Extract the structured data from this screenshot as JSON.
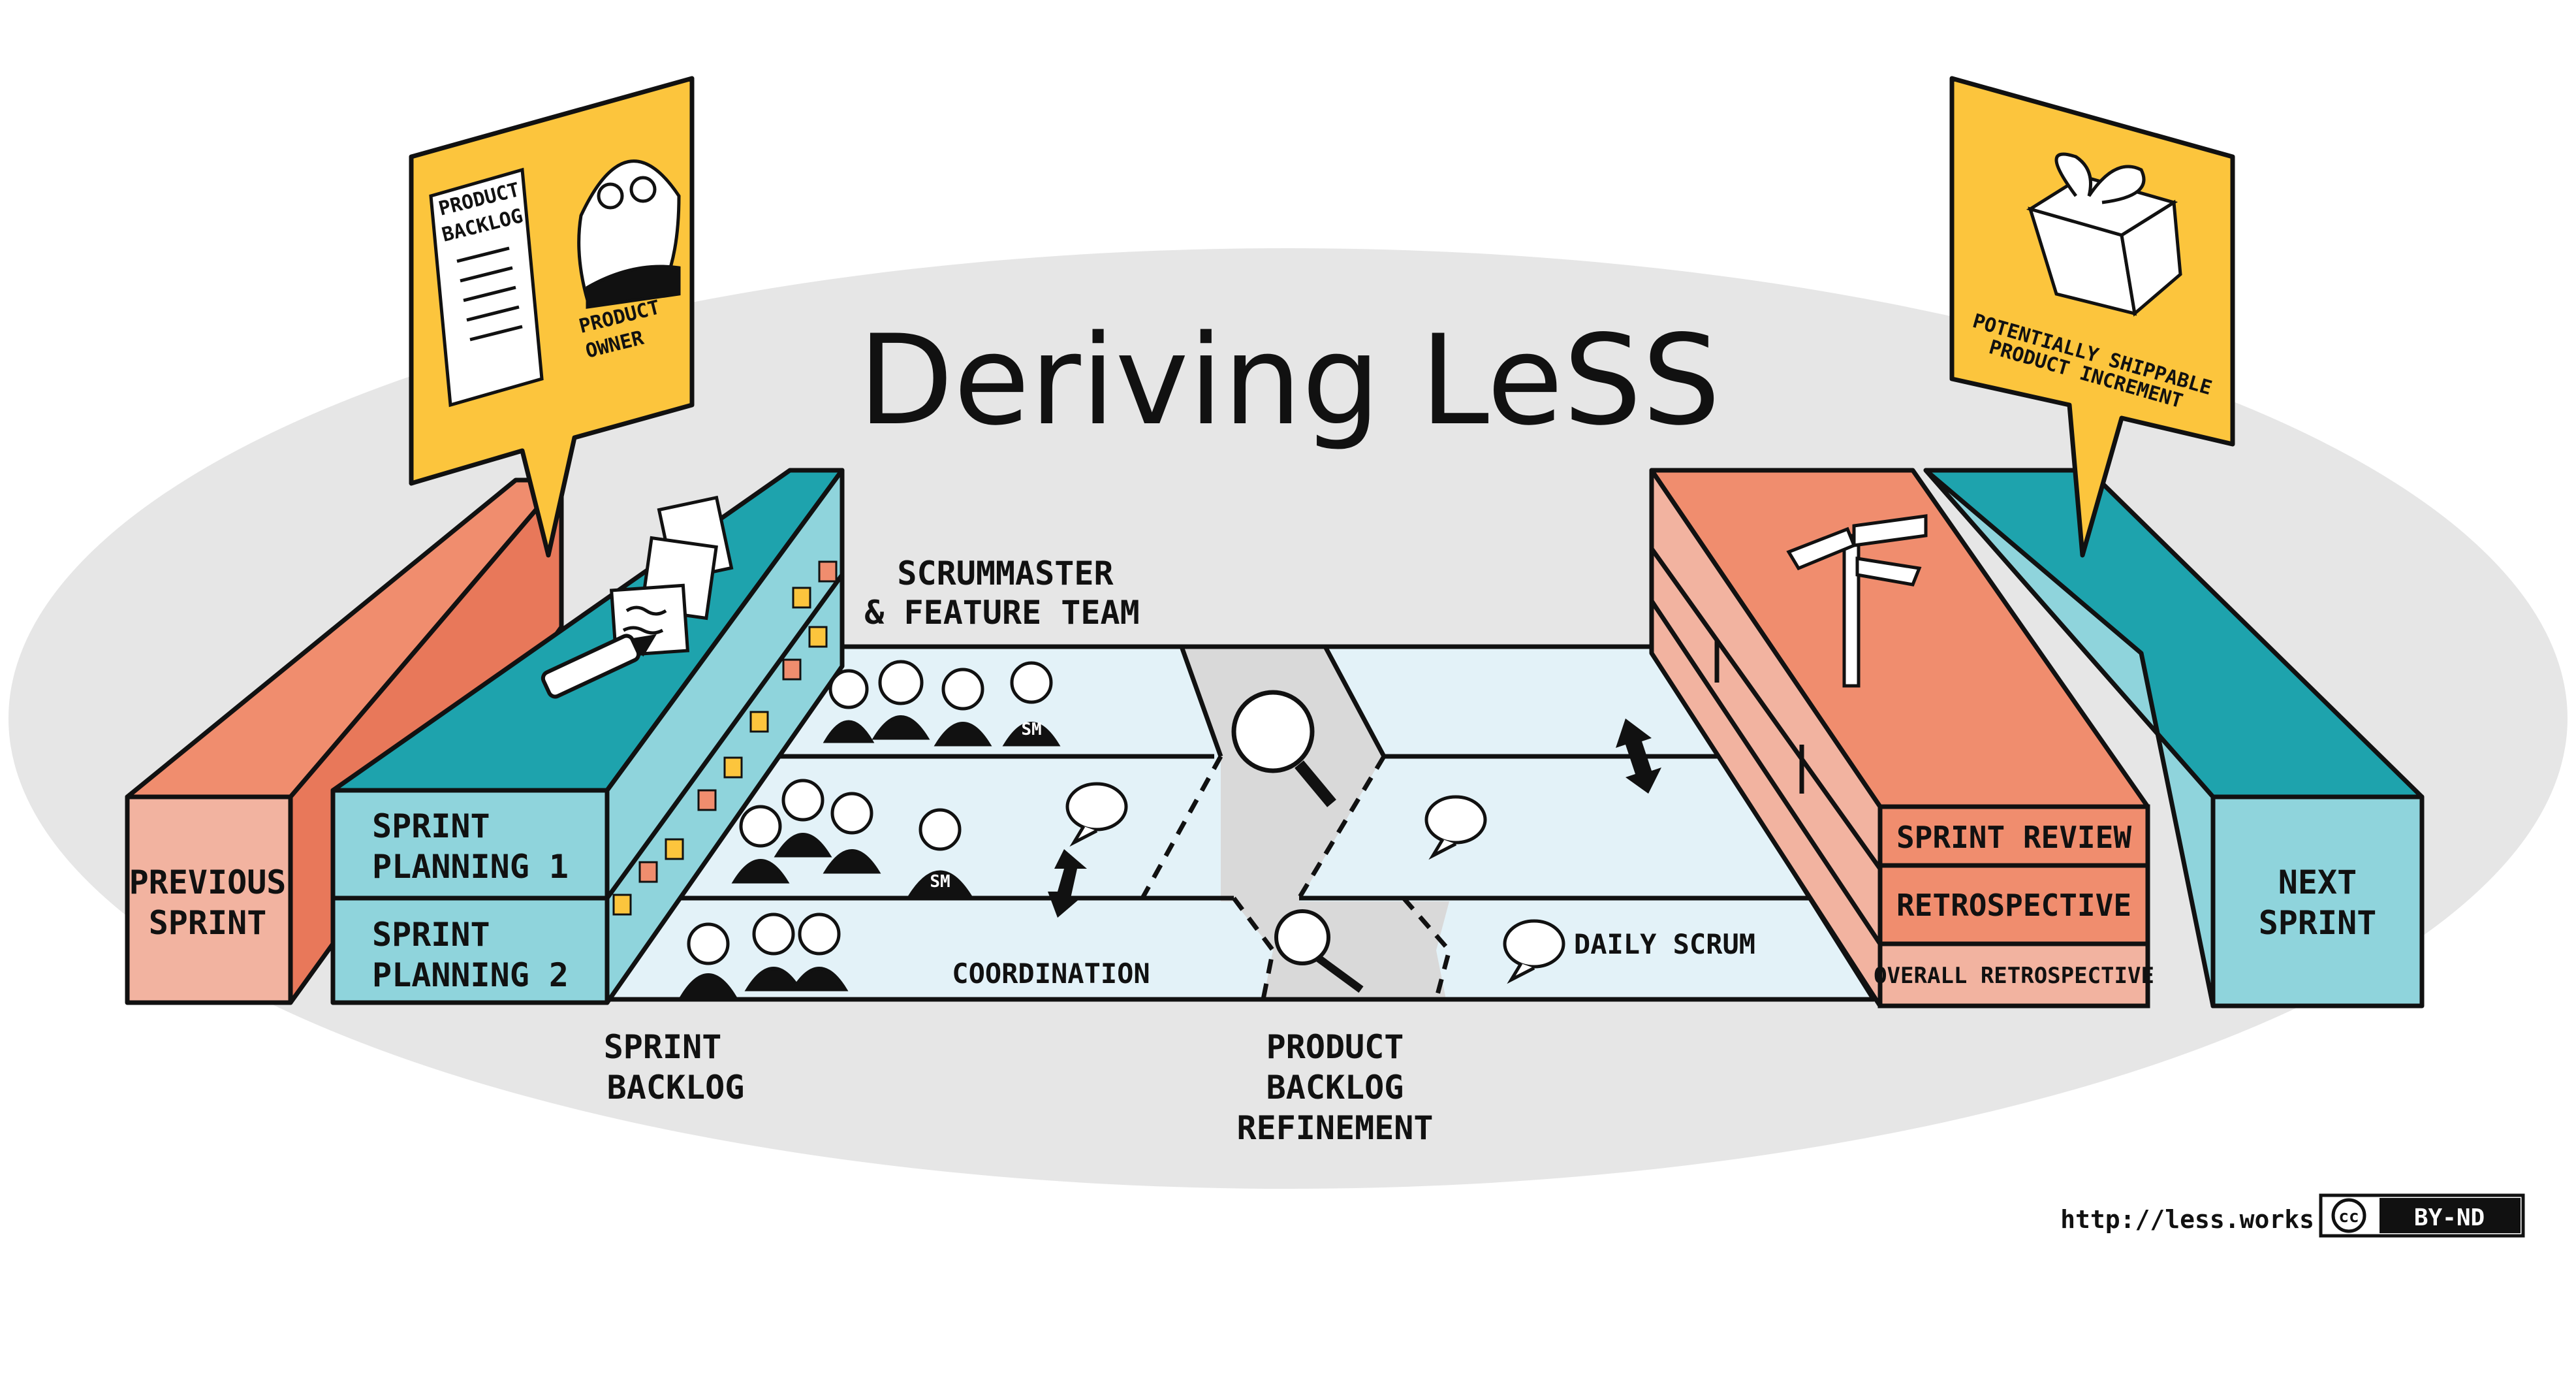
{
  "title": "Deriving LeSS",
  "colors": {
    "ellipse": "#e6e6e6",
    "salmon": "#f08d6e",
    "salmon_light": "#f2b3a0",
    "teal": "#1ea3ad",
    "teal_light": "#8fd4dc",
    "lane": "#e3f2f8",
    "grey_zone": "#d9d9d9",
    "yellow": "#fcc53d",
    "outline": "#111111"
  },
  "callouts": {
    "left": {
      "backlog_line1": "PRODUCT",
      "backlog_line2": "BACKLOG",
      "role_line1": "PRODUCT",
      "role_line2": "OWNER"
    },
    "right": {
      "line1": "POTENTIALLY SHIPPABLE",
      "line2": "PRODUCT INCREMENT"
    }
  },
  "blocks": {
    "previous_sprint": {
      "line1": "PREVIOUS",
      "line2": "SPRINT"
    },
    "sprint_planning_1": {
      "line1": "SPRINT",
      "line2": "PLANNING 1"
    },
    "sprint_planning_2": {
      "line1": "SPRINT",
      "line2": "PLANNING 2"
    },
    "sprint_review": "SPRINT REVIEW",
    "retrospective": "RETROSPECTIVE",
    "overall_retrospective": "OVERALL RETROSPECTIVE",
    "next_sprint": {
      "line1": "NEXT",
      "line2": "SPRINT"
    }
  },
  "labels": {
    "scrummaster_line1": "SCRUMMASTER",
    "scrummaster_line2": "& FEATURE TEAM",
    "sm_badge": "SM",
    "coordination": "COORDINATION",
    "daily_scrum": "DAILY SCRUM",
    "sprint_backlog_line1": "SPRINT",
    "sprint_backlog_line2": "BACKLOG",
    "pbr_line1": "PRODUCT",
    "pbr_line2": "BACKLOG",
    "pbr_line3": "REFINEMENT"
  },
  "footer": {
    "url": "http://less.works",
    "license_cc": "cc",
    "license": "BY-ND"
  },
  "icons": [
    "product-owner-icon",
    "product-backlog-icon",
    "gift-icon",
    "signpost-icon",
    "magnifier-icon",
    "speech-bubble-icon",
    "double-arrow-icon",
    "pen-icon",
    "sticky-notes-icon",
    "team-member-icon"
  ]
}
